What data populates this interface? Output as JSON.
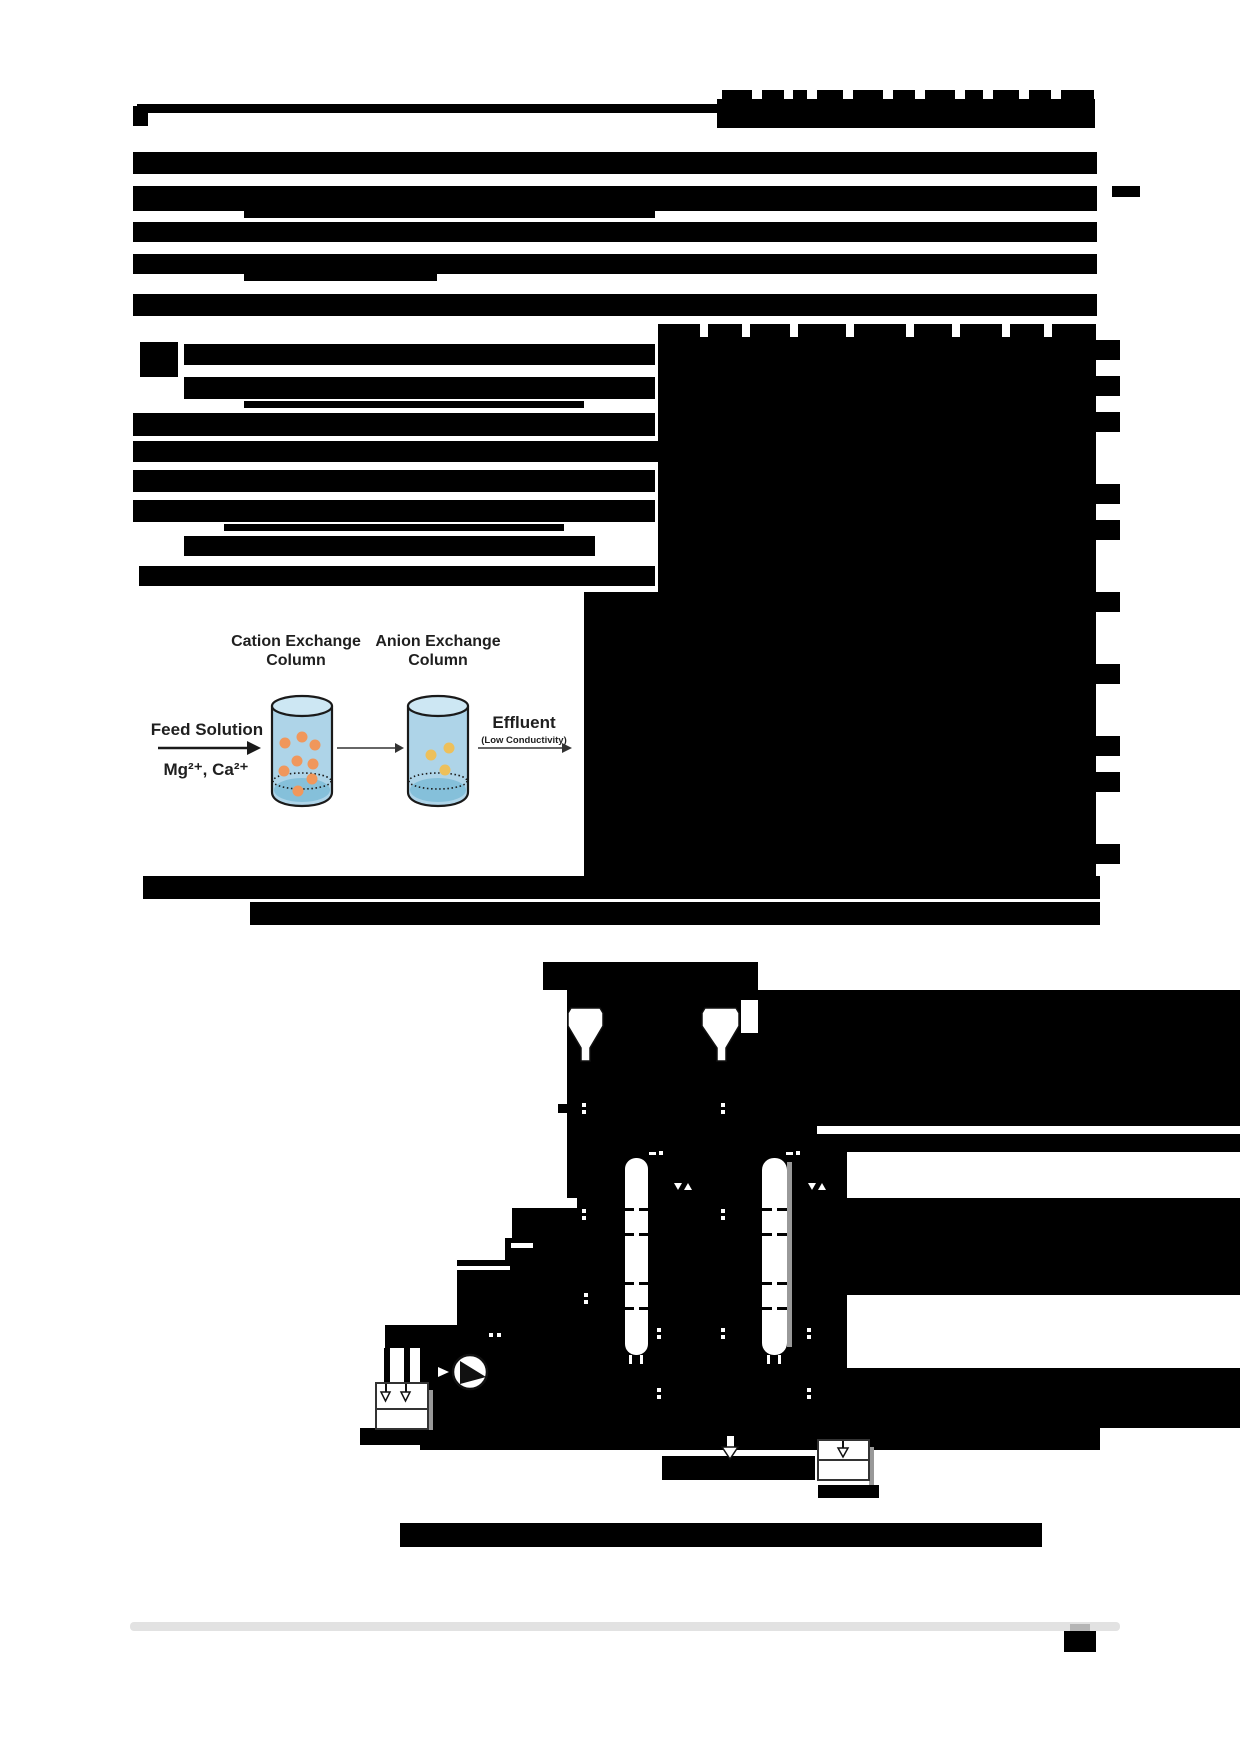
{
  "figure_ion_exchange": {
    "cation_label_line1": "Cation Exchange",
    "cation_label_line2": "Column",
    "anion_label_line1": "Anion Exchange",
    "anion_label_line2": "Column",
    "feed_label": "Feed Solution",
    "feed_ions": "Mg²⁺, Ca²⁺",
    "effluent_label": "Effluent",
    "effluent_sublabel": "(Low Conductivity)",
    "colors": {
      "cylinder_body": "#aed4e8",
      "cylinder_top": "#cde7f3",
      "cylinder_bottom": "#85c0da",
      "outline": "#1a1a1a",
      "cation_beads": "#f0975c",
      "anion_beads": "#edc05b"
    }
  },
  "redaction": {
    "color": "#000000",
    "note_bars_are_blank": ""
  },
  "footer": {
    "divider_color": "#e2e2e2",
    "page_number_box_color": "#000000"
  }
}
